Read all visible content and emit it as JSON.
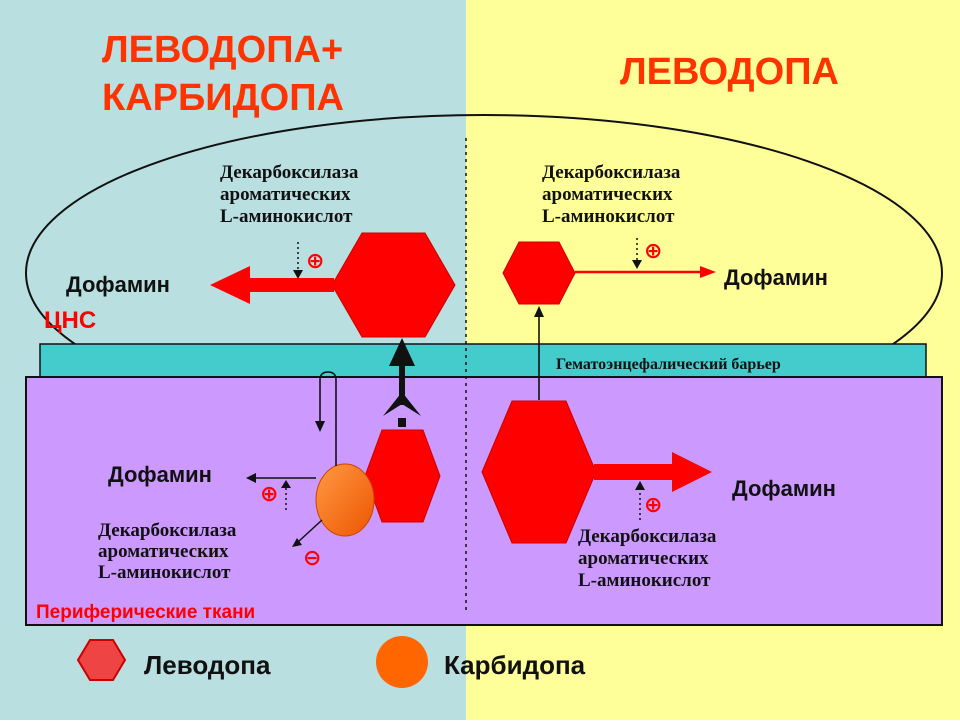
{
  "titles": {
    "left_line1": "ЛЕВОДОПА+",
    "left_line2": "КАРБИДОПА",
    "right": "ЛЕВОДОПА"
  },
  "labels": {
    "enzyme_line1": "Декарбоксилаза",
    "enzyme_line2": "ароматических",
    "enzyme_line3": "L-аминокислот",
    "dopamine": "Дофамин",
    "cns": "ЦНС",
    "bbb": "Гематоэнцефалический барьер",
    "peripheral": "Периферические ткани",
    "plus_sign": "⊕",
    "minus_sign": "⊖"
  },
  "legend": {
    "levodopa": "Леводопа",
    "carbidopa": "Карбидопа"
  },
  "colors": {
    "left_panel": "#b9dfe0",
    "right_panel": "#ffff99",
    "barrier": "#44cccc",
    "peripheral": "#cc99ff",
    "levodopa": "#ff0000",
    "carbidopa": "#ff6600",
    "title": "#ff3300"
  }
}
